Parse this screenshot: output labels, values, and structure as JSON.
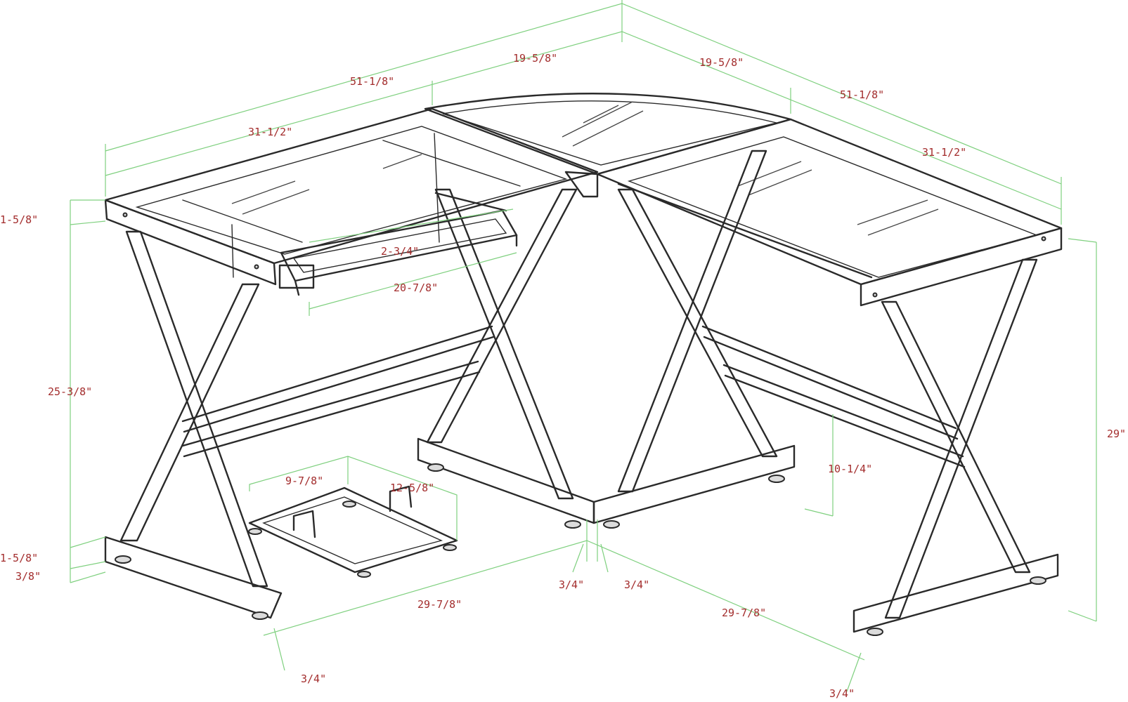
{
  "dimensions": {
    "overall_width_left": "51-1/8\"",
    "overall_width_right": "51-1/8\"",
    "corner_width_left": "19-5/8\"",
    "corner_width_right": "19-5/8\"",
    "wing_length_left": "31-1/2\"",
    "wing_length_right": "31-1/2\"",
    "top_frame_thickness": "1-5/8\"",
    "keyboard_tray_depth": "2-3/4\"",
    "keyboard_tray_width": "20-7/8\"",
    "leg_height": "25-3/8\"",
    "overall_height": "29\"",
    "foot_bar_height": "1-5/8\"",
    "leveler_height": "3/8\"",
    "cpu_stand_depth": "9-7/8\"",
    "cpu_stand_width": "12-5/8\"",
    "crossbar_height": "10-1/4\"",
    "corner_gap_left": "3/4\"",
    "corner_gap_right": "3/4\"",
    "base_depth_left": "29-7/8\"",
    "base_depth_right": "29-7/8\"",
    "foot_overhang_left": "3/4\"",
    "foot_overhang_right": "3/4\""
  },
  "colors": {
    "dimension_line": "#7fd07f",
    "dimension_text": "#a32d2d",
    "drawing_line": "#2a2a2a"
  }
}
